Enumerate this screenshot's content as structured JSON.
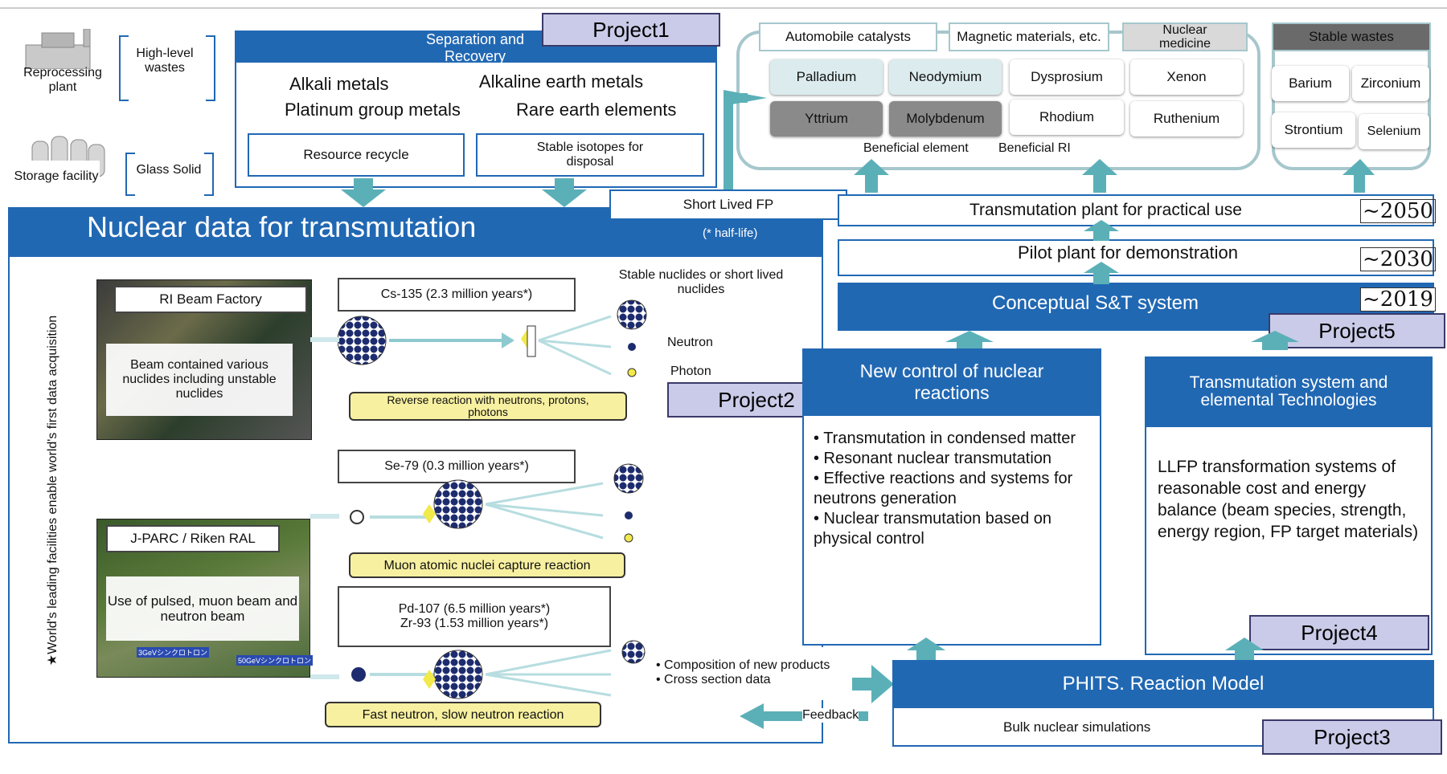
{
  "topleft": {
    "reprocessing": "Reprocessing plant",
    "hlw": "High-level wastes",
    "storage": "Storage facility",
    "glass": "Glass Solid"
  },
  "separation": {
    "title": "Separation and Recovery",
    "alkali": "Alkali metals",
    "alkaline": "Alkaline earth metals",
    "platinum": "Platinum group metals",
    "rare": "Rare earth elements",
    "recycle": "Resource recycle",
    "stable_iso": "Stable isotopes for disposal"
  },
  "projects": {
    "p1": "Project1",
    "p2": "Project2",
    "p3": "Project3",
    "p4": "Project4",
    "p5": "Project5"
  },
  "uses": {
    "auto": "Automobile catalysts",
    "magnetic": "Magnetic materials, etc.",
    "nuclear_medicine": "Nuclear medicine",
    "stable_wastes": "Stable wastes"
  },
  "elements": {
    "palladium": "Palladium",
    "neodymium": "Neodymium",
    "dysprosium": "Dysprosium",
    "xenon": "Xenon",
    "yttrium": "Yttrium",
    "molybdenum": "Molybdenum",
    "rhodium": "Rhodium",
    "ruthenium": "Ruthenium",
    "barium": "Barium",
    "zirconium": "Zirconium",
    "strontium": "Strontium",
    "selenium": "Selenium",
    "beneficial_element": "Beneficial element",
    "beneficial_ri": "Beneficial RI"
  },
  "short_lived": "Short Lived FP",
  "half_life": "(* half-life)",
  "nuclear_data": {
    "title": "Nuclear data for transmutation",
    "vertical": "★World's leading facilities enable world's first data acquisition",
    "ri_beam": "RI Beam Factory",
    "ri_beam_desc": "Beam contained various nuclides including unstable nuclides",
    "jparc": "J-PARC / Riken RAL",
    "jparc_desc": "Use of pulsed, muon beam and neutron beam",
    "photo_label1": "3GeVシンクロトロン",
    "photo_label2": "50GeVシンクロトロン",
    "cs": "Cs-135 (2.3 million years*)",
    "se": "Se-79 (0.3 million years*)",
    "pd": "Pd-107 (6.5 million years*)",
    "zr": "Zr-93 (1.53 million years*)",
    "stable_nuclides": "Stable nuclides or short lived nuclides",
    "neutron": "Neutron",
    "photon": "Photon",
    "reverse": "Reverse reaction with neutrons, protons, photons",
    "muon": "Muon atomic nuclei capture reaction",
    "fast": "Fast neutron, slow neutron reaction",
    "composition": "• Composition of new products",
    "cross": "• Cross section data",
    "feedback": "Feedback"
  },
  "plants": {
    "practical": "Transmutation plant for practical use",
    "practical_year": "~2050",
    "pilot": "Pilot plant for demonstration",
    "pilot_year": "~2030",
    "conceptual": "Conceptual S&T system",
    "conceptual_year": "~2019"
  },
  "control": {
    "title": "New control of nuclear reactions",
    "b1": "• Transmutation in condensed matter",
    "b2": "• Resonant nuclear transmutation",
    "b3": "• Effective reactions and systems for neutrons generation",
    "b4": "• Nuclear transmutation based on physical control"
  },
  "system": {
    "title": "Transmutation system and elemental Technologies",
    "desc": "LLFP transformation systems of reasonable cost and energy balance (beam species, strength, energy region, FP target materials)"
  },
  "phits": {
    "title": "PHITS. Reaction Model",
    "bulk": "Bulk nuclear simulations"
  }
}
